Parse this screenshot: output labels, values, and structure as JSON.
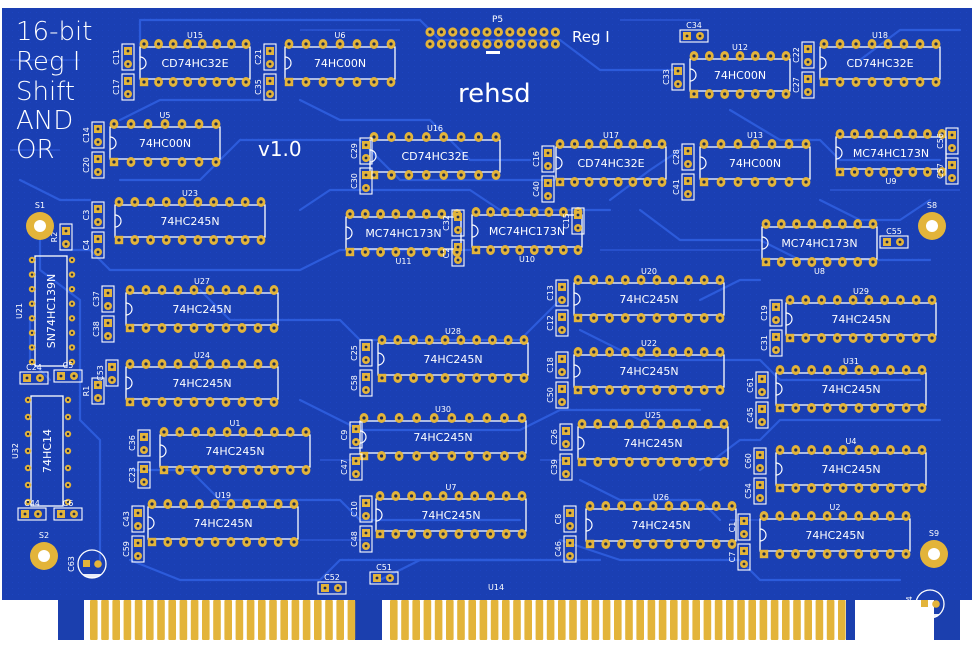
{
  "board_text": {
    "title_lines": [
      "16-bit",
      "Reg I",
      "Shift",
      "AND",
      "OR"
    ],
    "author": "rehsd",
    "version": "v1.0",
    "header_label": "Reg I",
    "header_ref": "P5"
  },
  "mounting_holes": [
    "S1",
    "S2",
    "S8",
    "S9"
  ],
  "chips": [
    {
      "ref": "U15",
      "part": "CD74HC32E"
    },
    {
      "ref": "U6",
      "part": "74HC00N"
    },
    {
      "ref": "U12",
      "part": "74HC00N"
    },
    {
      "ref": "U18",
      "part": "CD74HC32E"
    },
    {
      "ref": "U5",
      "part": "74HC00N"
    },
    {
      "ref": "U16",
      "part": "CD74HC32E"
    },
    {
      "ref": "U17",
      "part": "CD74HC32E"
    },
    {
      "ref": "U13",
      "part": "74HC00N"
    },
    {
      "ref": "U9",
      "part": "MC74HC173N"
    },
    {
      "ref": "U23",
      "part": "74HC245N"
    },
    {
      "ref": "U11",
      "part": "MC74HC173N"
    },
    {
      "ref": "U10",
      "part": "MC74HC173N"
    },
    {
      "ref": "U8",
      "part": "MC74HC173N"
    },
    {
      "ref": "U21",
      "part": "SN74HC139N"
    },
    {
      "ref": "U27",
      "part": "74HC245N"
    },
    {
      "ref": "U20",
      "part": "74HC245N"
    },
    {
      "ref": "U29",
      "part": "74HC245N"
    },
    {
      "ref": "U28",
      "part": "74HC245N"
    },
    {
      "ref": "U24",
      "part": "74HC245N"
    },
    {
      "ref": "U22",
      "part": "74HC245N"
    },
    {
      "ref": "U31",
      "part": "74HC245N"
    },
    {
      "ref": "U32",
      "part": "74HC14"
    },
    {
      "ref": "U1",
      "part": "74HC245N"
    },
    {
      "ref": "U30",
      "part": "74HC245N"
    },
    {
      "ref": "U25",
      "part": "74HC245N"
    },
    {
      "ref": "U4",
      "part": "74HC245N"
    },
    {
      "ref": "U7",
      "part": "74HC245N"
    },
    {
      "ref": "U19",
      "part": "74HC245N"
    },
    {
      "ref": "U26",
      "part": "74HC245N"
    },
    {
      "ref": "U2",
      "part": "74HC245N"
    },
    {
      "ref": "U14",
      "part": ""
    }
  ],
  "passives": [
    "C11",
    "C17",
    "C21",
    "C35",
    "C33",
    "C22",
    "C27",
    "C14",
    "C20",
    "C29",
    "C30",
    "C16",
    "C40",
    "C28",
    "C41",
    "C56",
    "C57",
    "C3",
    "C4",
    "R2",
    "C32",
    "C2",
    "C15",
    "C55",
    "C37",
    "C38",
    "C13",
    "C12",
    "C19",
    "C31",
    "C25",
    "C58",
    "C18",
    "C50",
    "C53",
    "R1",
    "C24",
    "C5",
    "C61",
    "C45",
    "C36",
    "C23",
    "C9",
    "C47",
    "C26",
    "C39",
    "C60",
    "C54",
    "C43",
    "C59",
    "C10",
    "C48",
    "C8",
    "C46",
    "C1",
    "C7",
    "C44",
    "C6",
    "C63",
    "C52",
    "C51",
    "C64",
    "C34"
  ]
}
